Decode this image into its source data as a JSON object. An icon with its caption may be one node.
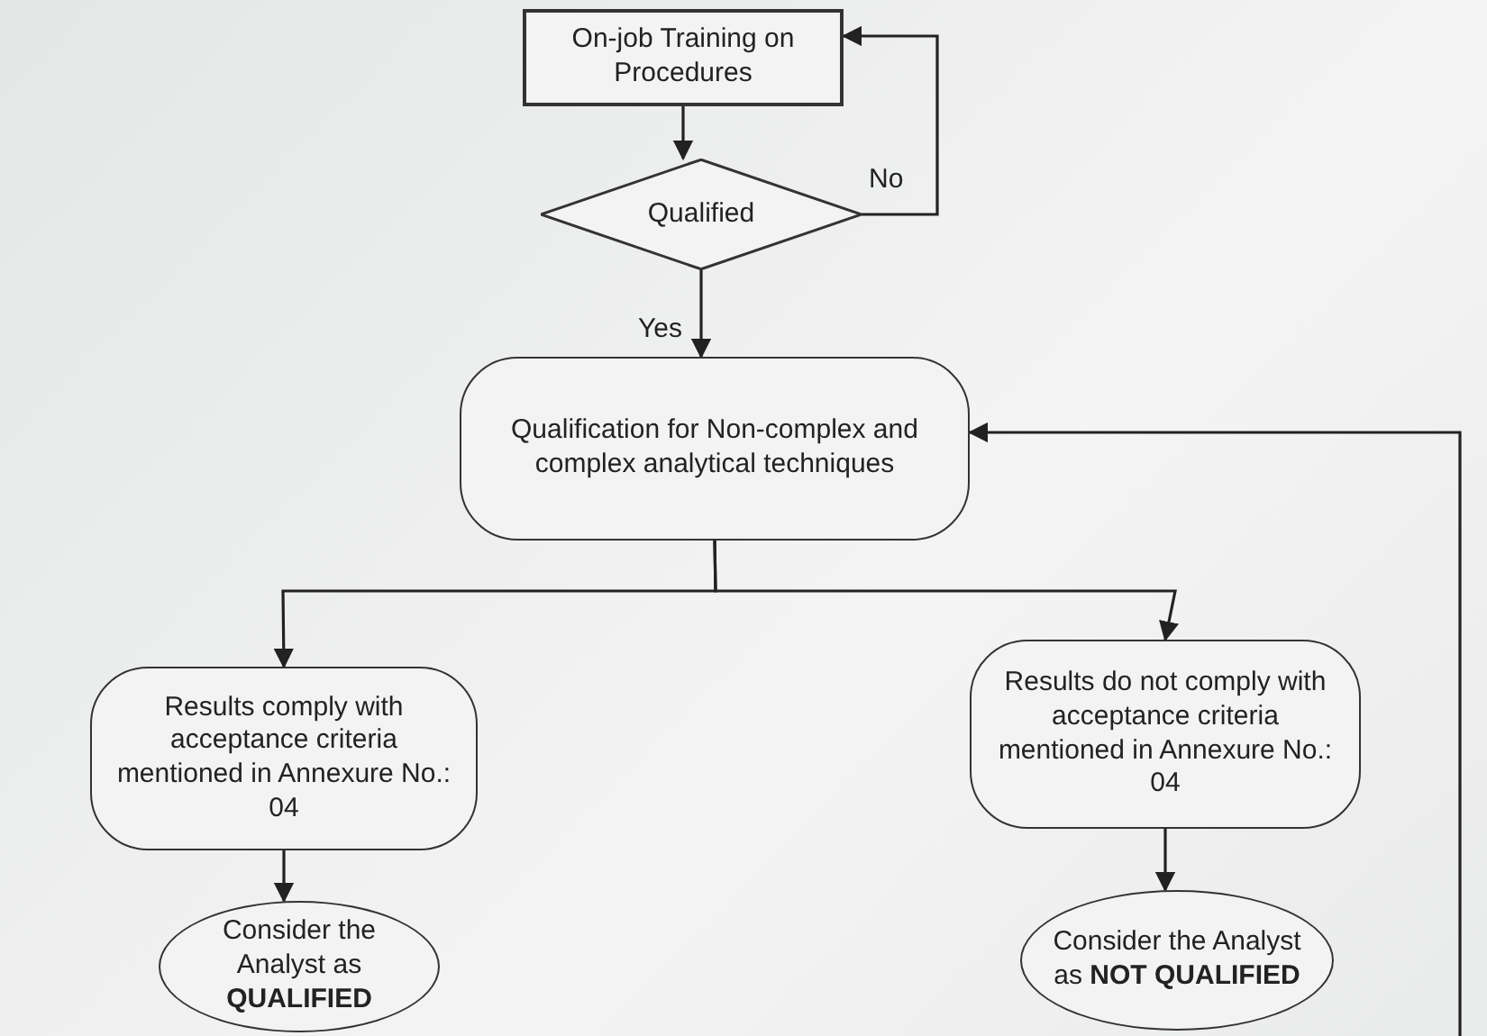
{
  "diagram": {
    "nodes": [
      {
        "text": [
          "On-job Training on Procedures"
        ]
      },
      {
        "text": [
          "Qualified"
        ]
      },
      {
        "text": [
          "Qualification for Non-complex and complex analytical techniques"
        ]
      },
      {
        "text": [
          "Results comply with acceptance criteria mentioned in Annexure No.: 04"
        ]
      },
      {
        "text": [
          "Results do not comply with acceptance criteria mentioned in Annexure No.: 04"
        ]
      },
      {
        "text": [
          "Consider the Analyst as **QUALIFIED**"
        ]
      },
      {
        "text": [
          "Consider the Analyst as **NOT QUALIFIED**"
        ]
      }
    ],
    "edges": [
      {
        "from": 0,
        "to": 1,
        "arrow": "to"
      },
      {
        "from": 1,
        "to": 0,
        "arrow": "to",
        "label": "No"
      },
      {
        "from": 1,
        "to": 2,
        "arrow": "to",
        "label": "Yes"
      },
      {
        "from": 2,
        "to": 3,
        "arrow": "to"
      },
      {
        "from": 2,
        "to": 4,
        "arrow": "to"
      },
      {
        "from": 3,
        "to": 5,
        "arrow": "to"
      },
      {
        "from": 4,
        "to": 6,
        "arrow": "to"
      },
      {
        "from": null,
        "to": 2,
        "arrow": "to"
      }
    ]
  }
}
